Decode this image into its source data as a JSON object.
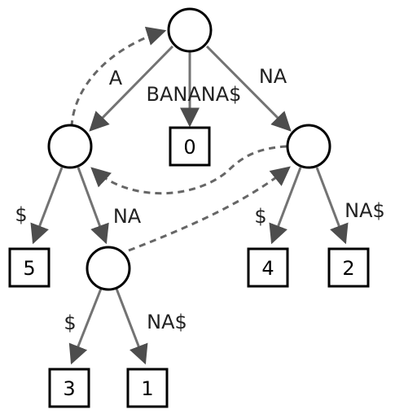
{
  "tree": {
    "edge_labels": {
      "root_to_a": "A",
      "root_to_leaf0": "BANANA$",
      "root_to_na": "NA",
      "a_to_leaf5": "$",
      "a_to_ana": "NA",
      "ana_to_leaf3": "$",
      "ana_to_leaf1": "NA$",
      "na_to_leaf4": "$",
      "na_to_leaf2": "NA$"
    },
    "leaves": {
      "leaf0": "0",
      "leaf1": "1",
      "leaf2": "2",
      "leaf3": "3",
      "leaf4": "4",
      "leaf5": "5"
    }
  }
}
